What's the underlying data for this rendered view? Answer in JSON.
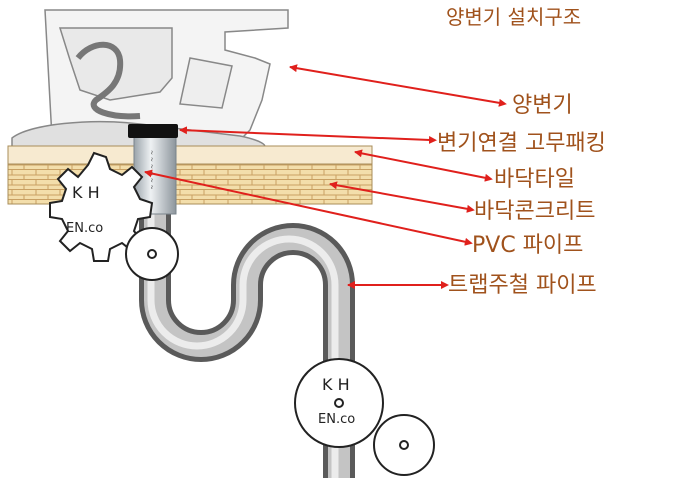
{
  "title": "양변기 설치구조",
  "labels": [
    {
      "id": "toilet",
      "text": "양변기"
    },
    {
      "id": "rubber",
      "text": "변기연결 고무패킹"
    },
    {
      "id": "tile",
      "text": "바닥타일"
    },
    {
      "id": "concrete",
      "text": "바닥콘크리트"
    },
    {
      "id": "pvc",
      "text": "PVC 파이프"
    },
    {
      "id": "trap",
      "text": "트랩주철 파이프"
    }
  ],
  "watermark": {
    "initials": "K H",
    "brand": "EN.co"
  },
  "colors": {
    "label": "#a0521c",
    "arrow": "#e0201c",
    "tile": "#f3deab",
    "brick": "#c8a063"
  }
}
